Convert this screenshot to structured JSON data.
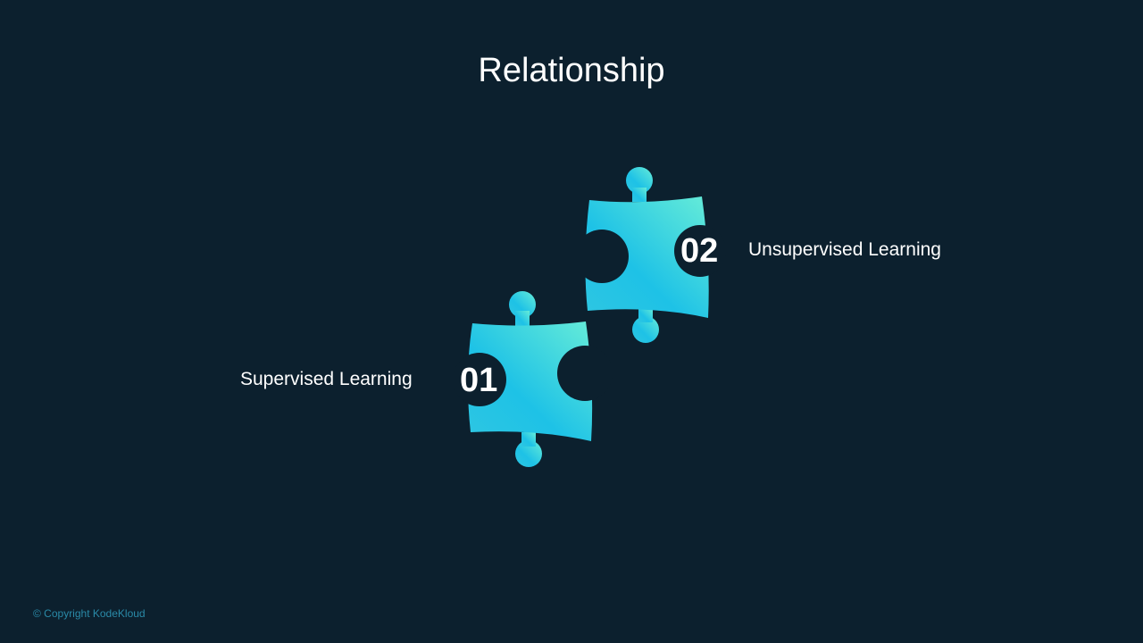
{
  "title": "Relationship",
  "pieces": [
    {
      "number": "01",
      "label": "Supervised Learning"
    },
    {
      "number": "02",
      "label": "Unsupervised Learning"
    }
  ],
  "footer": "© Copyright KodeKloud",
  "colors": {
    "background": "#0c202e",
    "piece_light": "#62ead8",
    "piece_dark": "#1dbde6"
  }
}
